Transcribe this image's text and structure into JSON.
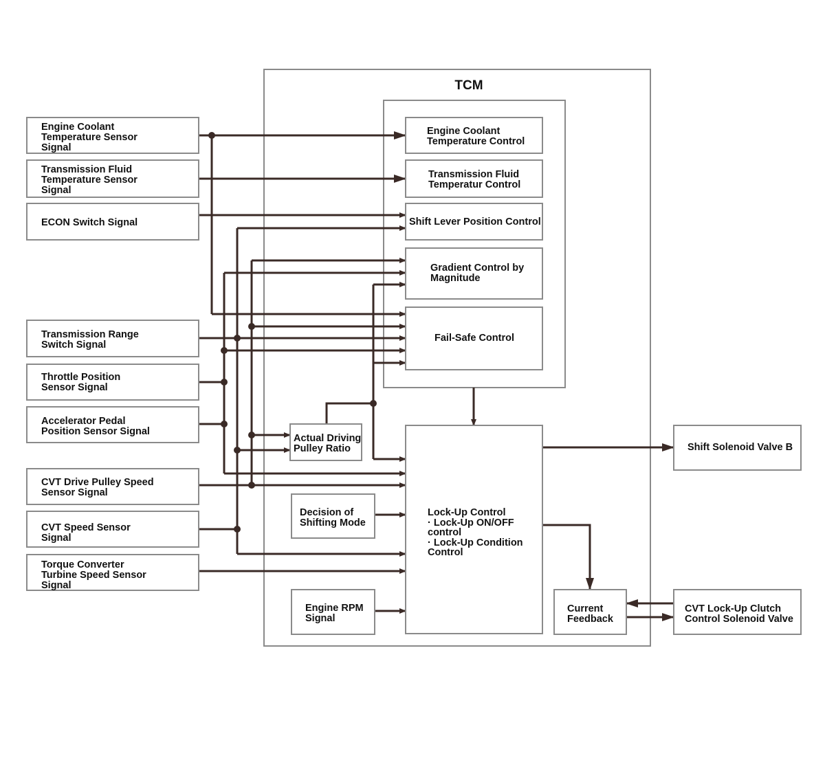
{
  "tcm": {
    "title": "TCM"
  },
  "inputs": {
    "engine_coolant": [
      "Engine Coolant",
      "Temperature Sensor",
      "Signal"
    ],
    "trans_fluid": [
      "Transmission Fluid",
      "Temperature Sensor",
      "Signal"
    ],
    "econ": [
      "ECON Switch Signal"
    ],
    "trans_range": [
      "Transmission Range",
      "Switch Signal"
    ],
    "throttle": [
      "Throttle Position",
      "Sensor Signal"
    ],
    "accel_pedal": [
      "Accelerator Pedal",
      "Position Sensor Signal"
    ],
    "drive_pulley": [
      "CVT Drive Pulley Speed",
      "Sensor Signal"
    ],
    "cvt_speed": [
      "CVT Speed Sensor",
      "Signal"
    ],
    "turbine_speed": [
      "Torque Converter",
      "Turbine Speed Sensor",
      "Signal"
    ]
  },
  "controls": {
    "coolant_control": [
      "Engine Coolant",
      "Temperature Control"
    ],
    "fluid_control": [
      "Transmission Fluid",
      "Temperatur Control"
    ],
    "shift_lever": [
      "Shift Lever Position Control"
    ],
    "gradient": [
      "Gradient Control by",
      "Magnitude"
    ],
    "failsafe": [
      "Fail-Safe Control"
    ]
  },
  "internal": {
    "pulley_ratio": [
      "Actual Driving",
      "Pulley Ratio"
    ],
    "shifting_mode": [
      "Decision of",
      "Shifting Mode"
    ],
    "engine_rpm": [
      "Engine RPM",
      "Signal"
    ],
    "lockup": [
      "Lock-Up Control",
      "· Lock-Up ON/OFF",
      "control",
      "· Lock-Up Condition",
      "Control"
    ],
    "current_feedback": [
      "Current",
      "Feedback"
    ]
  },
  "outputs": {
    "shift_solenoid": [
      "Shift Solenoid Valve B"
    ],
    "lockup_solenoid": [
      "CVT Lock-Up Clutch",
      "Control Solenoid Valve"
    ]
  }
}
